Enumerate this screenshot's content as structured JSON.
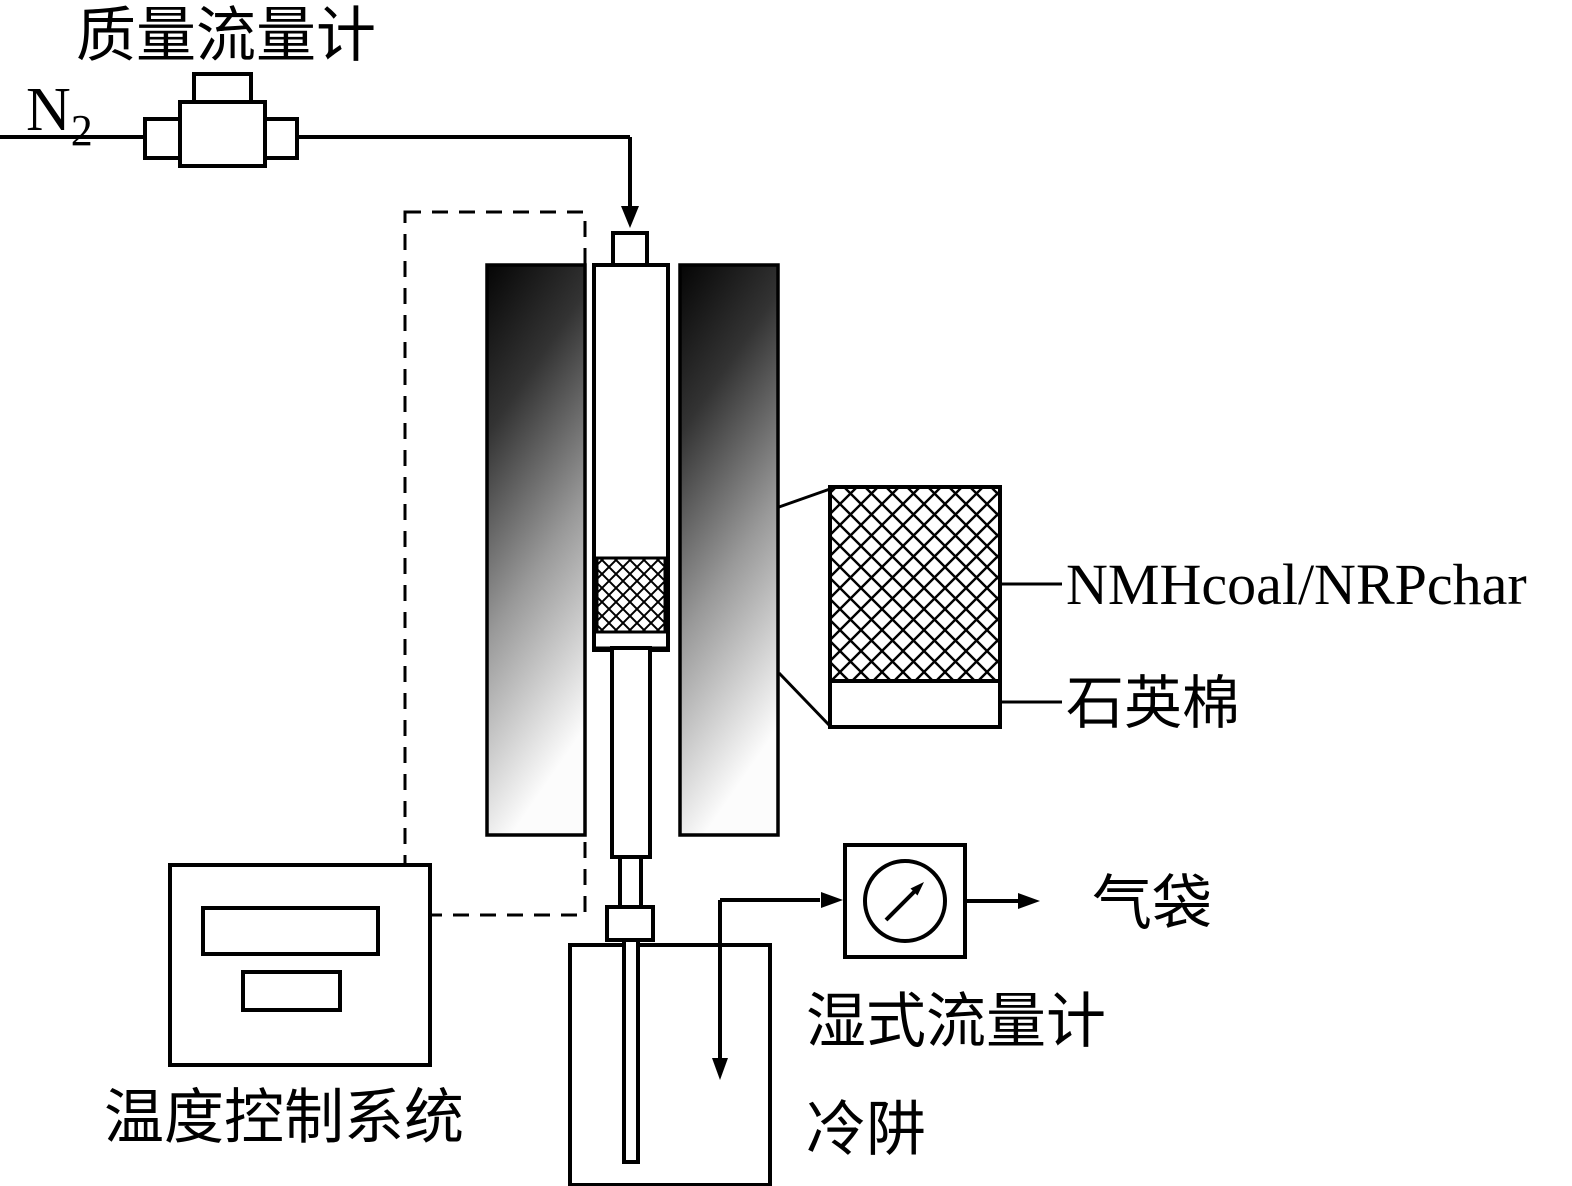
{
  "labels": {
    "mass_flow_meter": "质量流量计",
    "n2_main": "N",
    "n2_sub": "2",
    "sample": "NMHcoal/NRPchar",
    "quartz_wool": "石英棉",
    "temperature_control_system": "温度控制系统",
    "cold_trap": "冷阱",
    "wet_flow_meter": "湿式流量计",
    "gas_bag": "气袋"
  },
  "colors": {
    "line": "#000000",
    "background": "#ffffff",
    "furnace_gradient_top": "#050505",
    "furnace_gradient_bottom": "#fcfcfc"
  }
}
